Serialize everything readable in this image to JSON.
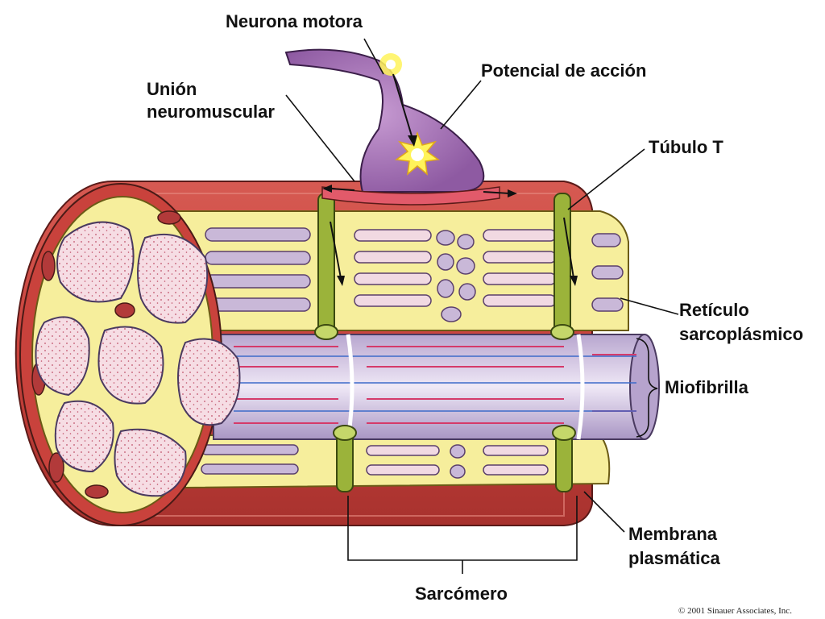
{
  "labels": {
    "motor_neuron": "Neurona motora",
    "action_potential": "Potencial de acción",
    "neuromuscular_junction": [
      "Unión",
      "neuromuscular"
    ],
    "t_tubule": "Túbulo T",
    "sarcoplasmic_reticulum": [
      "Retículo",
      "sarcoplásmico"
    ],
    "myofibril": "Miofibrilla",
    "plasma_membrane": [
      "Membrana",
      "plasmática"
    ],
    "sarcomere": "Sarcómero"
  },
  "copyright": "© 2001 Sinauer Associates, Inc.",
  "colors": {
    "membrane": "#c9423c",
    "reticulum": "#f6ee9c",
    "myofibril": "#c4b3d6",
    "neuron": "#a877b8",
    "t_tubule": "#9bb33a",
    "fibril_section": "#f6dde4"
  }
}
